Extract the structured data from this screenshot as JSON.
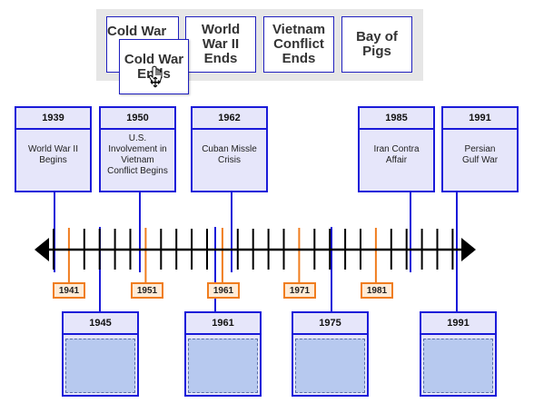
{
  "answer_choices": [
    {
      "label": "Cold War"
    },
    {
      "label": "World War II Ends"
    },
    {
      "label": "Vietnam Conflict Ends"
    },
    {
      "label": "Bay of Pigs"
    }
  ],
  "dragging_card": {
    "label": "Cold War Ends"
  },
  "event_cards": [
    {
      "year": "1939",
      "text": "World War II Begins"
    },
    {
      "year": "1950",
      "text": "U.S. Involvement in Vietnam Conflict Begins"
    },
    {
      "year": "1962",
      "text": "Cuban Missle Crisis"
    },
    {
      "year": "1985",
      "text": "Iran Contra Affair"
    },
    {
      "year": "1991",
      "text": "Persian Gulf War"
    }
  ],
  "tick_labels": [
    "1941",
    "1951",
    "1961",
    "1971",
    "1981"
  ],
  "drop_targets": [
    {
      "year": "1945"
    },
    {
      "year": "1961"
    },
    {
      "year": "1975"
    },
    {
      "year": "1991"
    }
  ],
  "colors": {
    "card_border": "#1a1ad9",
    "card_fill": "#e6e6fa",
    "drop_fill": "#b7c9ef",
    "tick_major": "#f07d1f",
    "tick_minor": "#000000"
  }
}
